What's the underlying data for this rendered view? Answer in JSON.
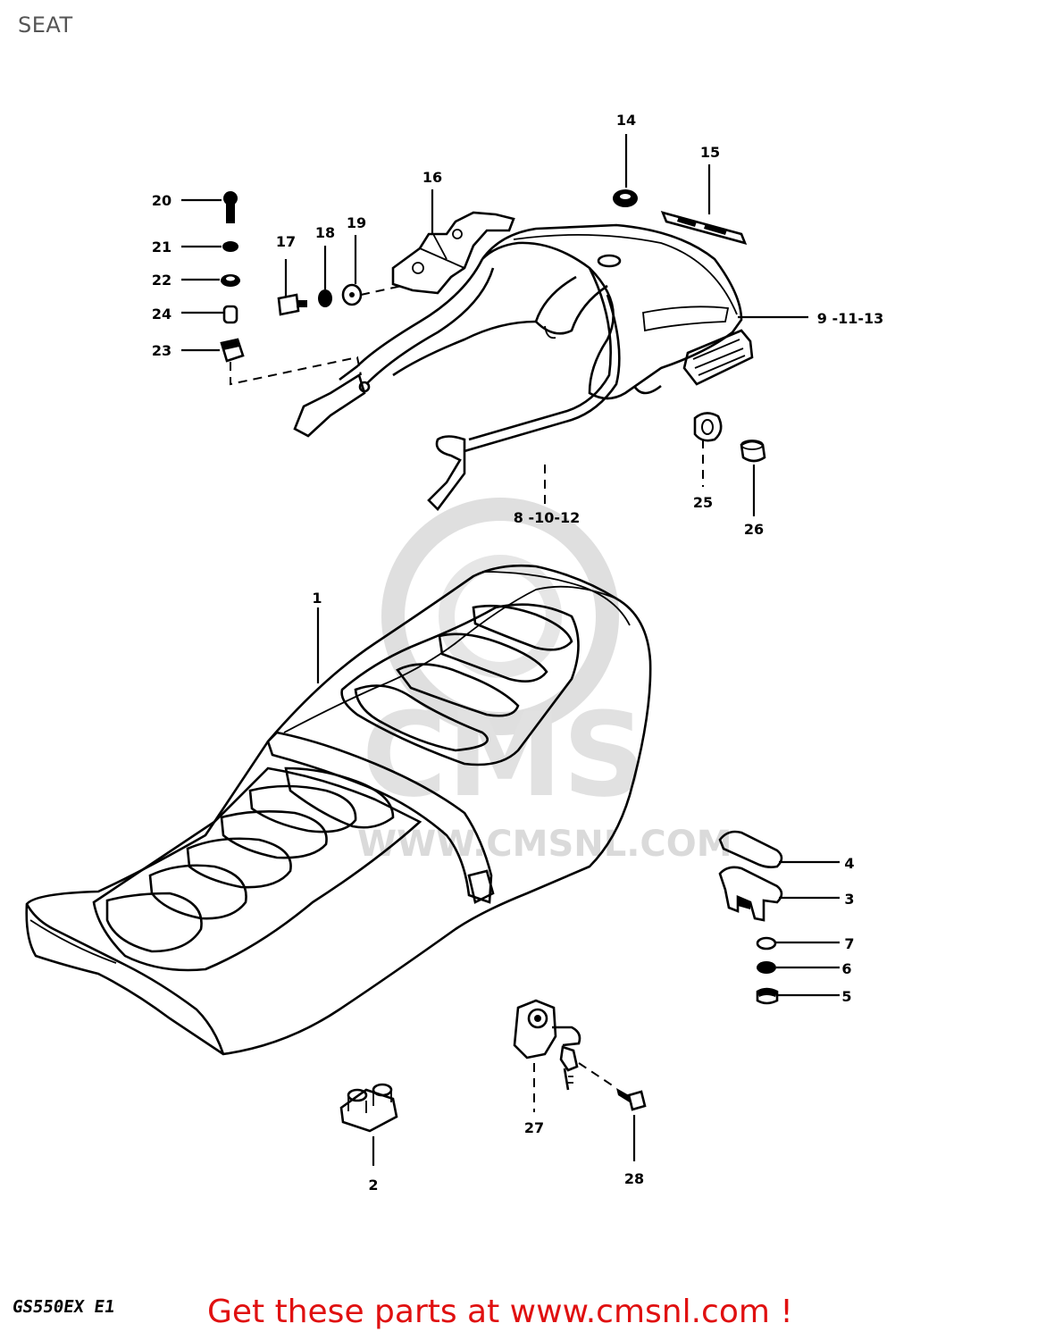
{
  "page": {
    "title": "SEAT"
  },
  "diagram": {
    "model_code": "GS550EX E1",
    "watermark": "WWW.CMSNL.COM",
    "callouts": [
      "1",
      "2",
      "3",
      "4",
      "5",
      "6",
      "7",
      "8 -10-12",
      "9 -11-13",
      "14",
      "15",
      "16",
      "17",
      "18",
      "19",
      "20",
      "21",
      "22",
      "23",
      "24",
      "25",
      "26",
      "27",
      "28"
    ]
  },
  "footer": {
    "link_text": "Get these parts at www.cmsnl.com !"
  },
  "colors": {
    "link": "#e01010",
    "title": "#555555",
    "watermark": "#d8d8d8"
  }
}
